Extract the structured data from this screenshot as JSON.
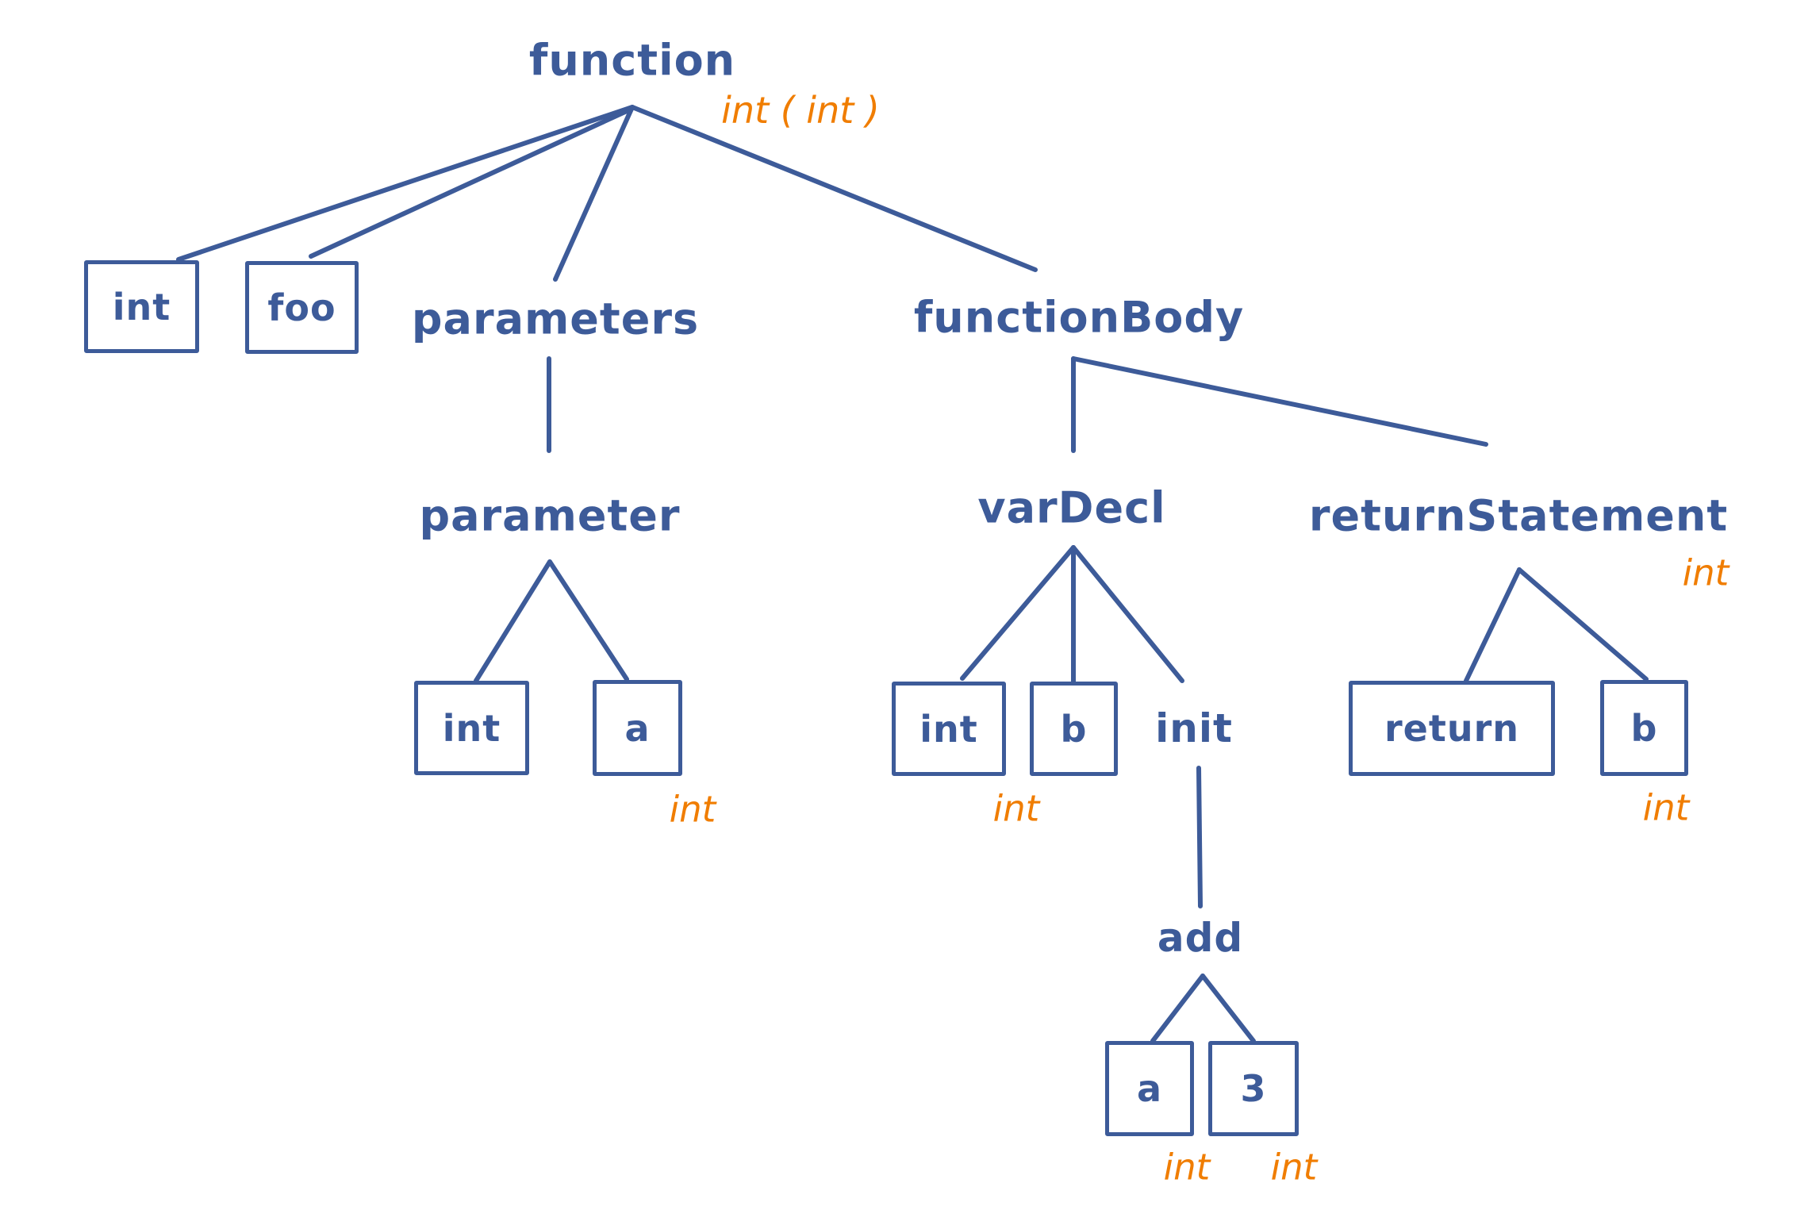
{
  "diagram_type": "abstract-syntax-tree",
  "colors": {
    "node_blue": "#3d5b99",
    "annotation_orange": "#f07d00",
    "background": "#ffffff"
  },
  "tree": {
    "function": {
      "label": "function",
      "annotation": "int ( int )"
    },
    "returnType": {
      "label": "int"
    },
    "functionName": {
      "label": "foo"
    },
    "parameters": {
      "label": "parameters"
    },
    "functionBody": {
      "label": "functionBody"
    },
    "parameter": {
      "label": "parameter"
    },
    "parameterType": {
      "label": "int"
    },
    "parameterName": {
      "label": "a",
      "annotation": "int"
    },
    "varDecl": {
      "label": "varDecl"
    },
    "varDeclType": {
      "label": "int",
      "annotation": "int"
    },
    "varDeclName": {
      "label": "b"
    },
    "init": {
      "label": "init"
    },
    "returnStatement": {
      "label": "returnStatement",
      "annotation": "int"
    },
    "returnKeyword": {
      "label": "return"
    },
    "returnValue": {
      "label": "b",
      "annotation": "int"
    },
    "add": {
      "label": "add"
    },
    "addLeftOperand": {
      "label": "a",
      "annotation": "int"
    },
    "addRightOperand": {
      "label": "3",
      "annotation": "int"
    }
  }
}
